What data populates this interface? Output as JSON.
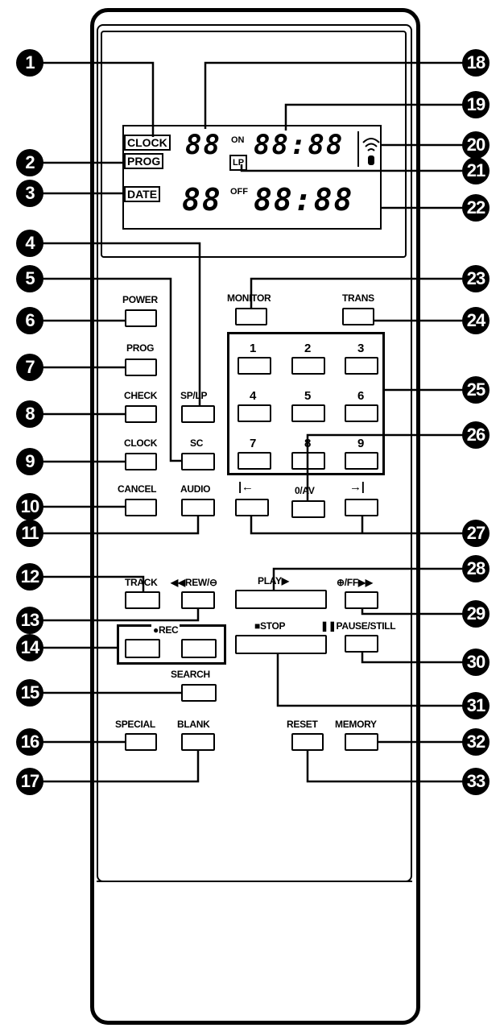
{
  "display": {
    "clock_label": "CLOCK",
    "prog_label": "PROG",
    "date_label": "DATE",
    "on_label": "ON",
    "lp_label": "LP",
    "off_label": "OFF",
    "prog_number": "88",
    "on_time": "88:88",
    "date_digits": "88",
    "off_time": "88:88"
  },
  "buttons": {
    "power": "POWER",
    "prog": "PROG",
    "check": "CHECK",
    "clock": "CLOCK",
    "cancel": "CANCEL",
    "sp_lp": "SP/LP",
    "sc": "SC",
    "audio": "AUDIO",
    "monitor": "MONITOR",
    "trans": "TRANS",
    "num1": "1",
    "num2": "2",
    "num3": "3",
    "num4": "4",
    "num5": "5",
    "num6": "6",
    "num7": "7",
    "num8": "8",
    "num9": "9",
    "num0": "0/AV",
    "skip_back": "|←",
    "skip_fwd": "→|",
    "track": "TRACK",
    "rew": "◀◀REW/⊖",
    "play": "PLAY▶",
    "ff": "⊕/FF▶▶",
    "rec": "●REC",
    "stop": "■STOP",
    "pause": "❚❚PAUSE/STILL",
    "search": "SEARCH",
    "special": "SPECIAL",
    "blank": "BLANK",
    "reset": "RESET",
    "memory": "MEMORY"
  },
  "callouts": [
    "1",
    "2",
    "3",
    "4",
    "5",
    "6",
    "7",
    "8",
    "9",
    "10",
    "11",
    "12",
    "13",
    "14",
    "15",
    "16",
    "17",
    "18",
    "19",
    "20",
    "21",
    "22",
    "23",
    "24",
    "25",
    "26",
    "27",
    "28",
    "29",
    "30",
    "31",
    "32",
    "33"
  ]
}
